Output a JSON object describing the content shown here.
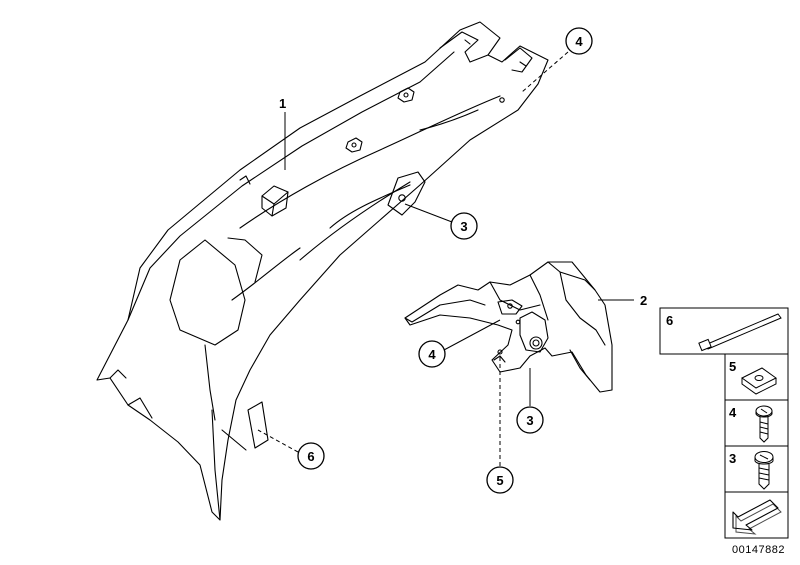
{
  "diagram": {
    "callouts": {
      "part_1": "1",
      "part_2": "2",
      "mount_3_main": "3",
      "nut_4_main": "4",
      "clip_6_main": "6",
      "nut_4_bracket": "4",
      "screw_3_bracket": "3",
      "clip_5_bracket": "5"
    },
    "legend": {
      "cable_tie": "6",
      "clip_nut": "5",
      "screw_short": "4",
      "screw_long": "3"
    },
    "part_number": "00147882"
  }
}
